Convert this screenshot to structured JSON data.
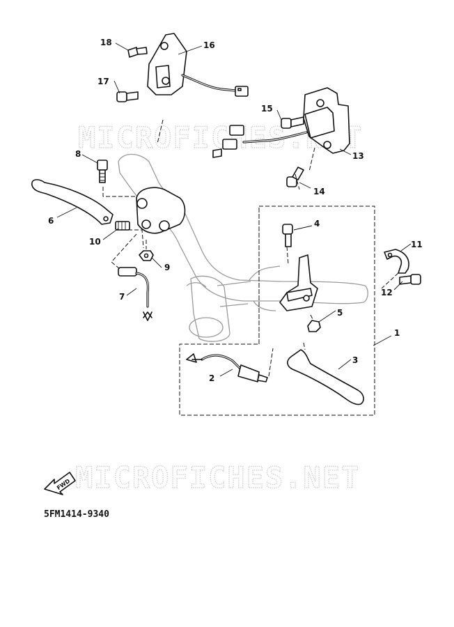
{
  "watermark": {
    "text": "MICROFICHES.NET"
  },
  "drawing_code": "5FM1414-9340",
  "direction_arrow": {
    "label": "FWD"
  },
  "callouts": [
    {
      "num": "1"
    },
    {
      "num": "2"
    },
    {
      "num": "3"
    },
    {
      "num": "4"
    },
    {
      "num": "5"
    },
    {
      "num": "6"
    },
    {
      "num": "7"
    },
    {
      "num": "8"
    },
    {
      "num": "9"
    },
    {
      "num": "10"
    },
    {
      "num": "11"
    },
    {
      "num": "12"
    },
    {
      "num": "13"
    },
    {
      "num": "14"
    },
    {
      "num": "15"
    },
    {
      "num": "16"
    },
    {
      "num": "17"
    },
    {
      "num": "18"
    }
  ]
}
